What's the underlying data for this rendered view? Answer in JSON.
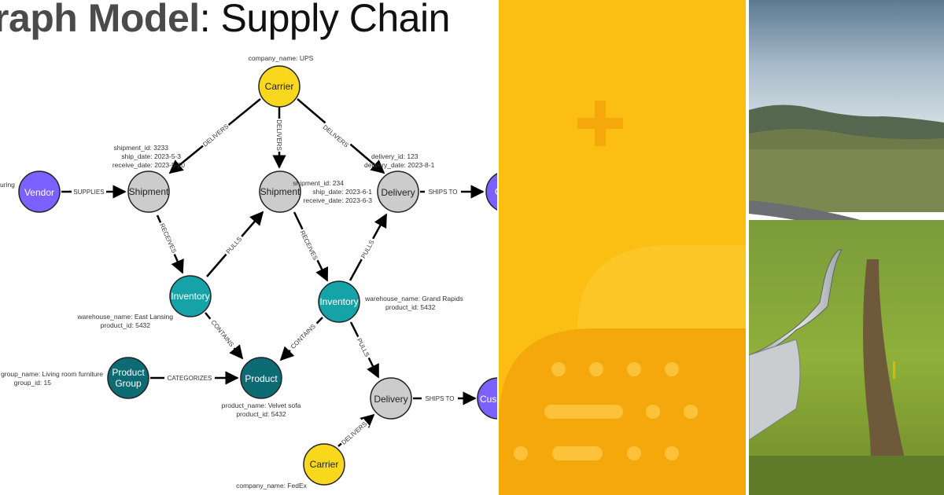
{
  "title": {
    "bold": "raph Model",
    "rest": ": Supply Chain"
  },
  "nodes": {
    "carrier_top": "Carrier",
    "vendor": "Vendor",
    "shipment_left": "Shipment",
    "shipment_mid": "Shipment",
    "delivery_top": "Delivery",
    "customer_top": "Cu",
    "inventory_left": "Inventory",
    "inventory_right": "Inventory",
    "product_group_1": "Product",
    "product_group_2": "Group",
    "product": "Product",
    "delivery_bottom": "Delivery",
    "customer_bottom": "Cus",
    "carrier_bottom": "Carrier"
  },
  "edges": {
    "supplies": "SUPPLIES",
    "delivers_1": "DELIVERS",
    "delivers_2": "DELIVERS",
    "delivers_3": "DELIVERS",
    "delivers_4": "DELIVERS",
    "ships_to_1": "SHIPS TO",
    "ships_to_2": "SHIPS TO",
    "receives_1": "RECEIVES",
    "receives_2": "RECEIVES",
    "pulls_1": "PULLS",
    "pulls_2": "PULLS",
    "pulls_3": "PULLS",
    "contains_1": "CONTAINS",
    "contains_2": "CONTAINS",
    "categorizes": "CATEGORIZES"
  },
  "props": {
    "carrier_top": [
      "company_name: UPS"
    ],
    "vendor": [
      "uring"
    ],
    "shipment_left": [
      "shipment_id: 3233",
      "ship_date: 2023-5-3",
      "receive_date: 2023-5-10"
    ],
    "shipment_mid": [
      "shipment_id: 234",
      "ship_date: 2023-6-1",
      "receive_date: 2023-6-3"
    ],
    "delivery_top": [
      "delivery_id: 123",
      "delivery_date: 2023-8-1"
    ],
    "inventory_left": [
      "warehouse_name: East Lansing",
      "product_id: 5432"
    ],
    "inventory_right": [
      "warehouse_name: Grand Rapids",
      "product_id: 5432"
    ],
    "product_group": [
      "group_name: Living room furniture",
      "group_id: 15"
    ],
    "product": [
      "product_name: Velvet sofa",
      "product_id: 5432"
    ],
    "carrier_bottom": [
      "company_name: FedEx"
    ]
  },
  "colors": {
    "carrier": "#f9d71c",
    "vendor": "#7b61ff",
    "shipment": "#cccccc",
    "inventory": "#16a3a8",
    "product": "#0d6b74",
    "yellow_panel": "#fbbf14",
    "yellow_shape": "#f5a80b"
  },
  "icons": {
    "plus": "plus-icon",
    "pill": "rounded-shape",
    "dots": "dot-grid"
  }
}
